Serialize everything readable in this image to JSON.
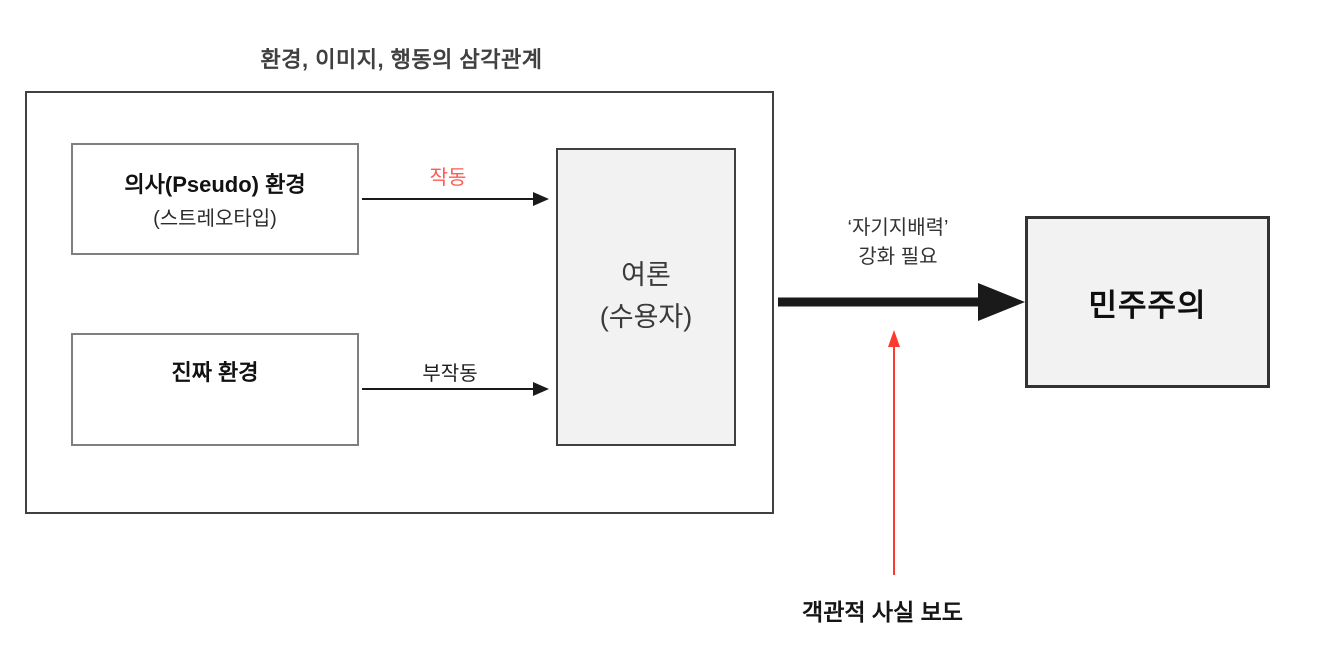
{
  "diagram": {
    "title": "환경, 이미지, 행동의 삼각관계",
    "boxes": {
      "pseudo_env": {
        "line1": "의사(Pseudo) 환경",
        "line2": "(스트레오타입)"
      },
      "real_env": {
        "label": "진짜 환경"
      },
      "public_opinion": {
        "line1": "여론",
        "line2": "(수용자)"
      },
      "democracy": {
        "label": "민주주의"
      }
    },
    "arrows": {
      "operation": {
        "label": "작동",
        "direction": "right"
      },
      "malfunction": {
        "label": "부작동",
        "direction": "right"
      },
      "main_thick": {
        "label_line1": "‘자기지배력’",
        "label_line2": "강화 필요",
        "direction": "right"
      },
      "objective_report": {
        "label": "객관적 사실 보도",
        "direction": "up"
      }
    },
    "colors": {
      "border_dark": "#404040",
      "box_fill_gray": "#f2f2f2",
      "accent_red_text": "#ff5a52",
      "accent_red_arrow": "#fb3a30"
    }
  }
}
